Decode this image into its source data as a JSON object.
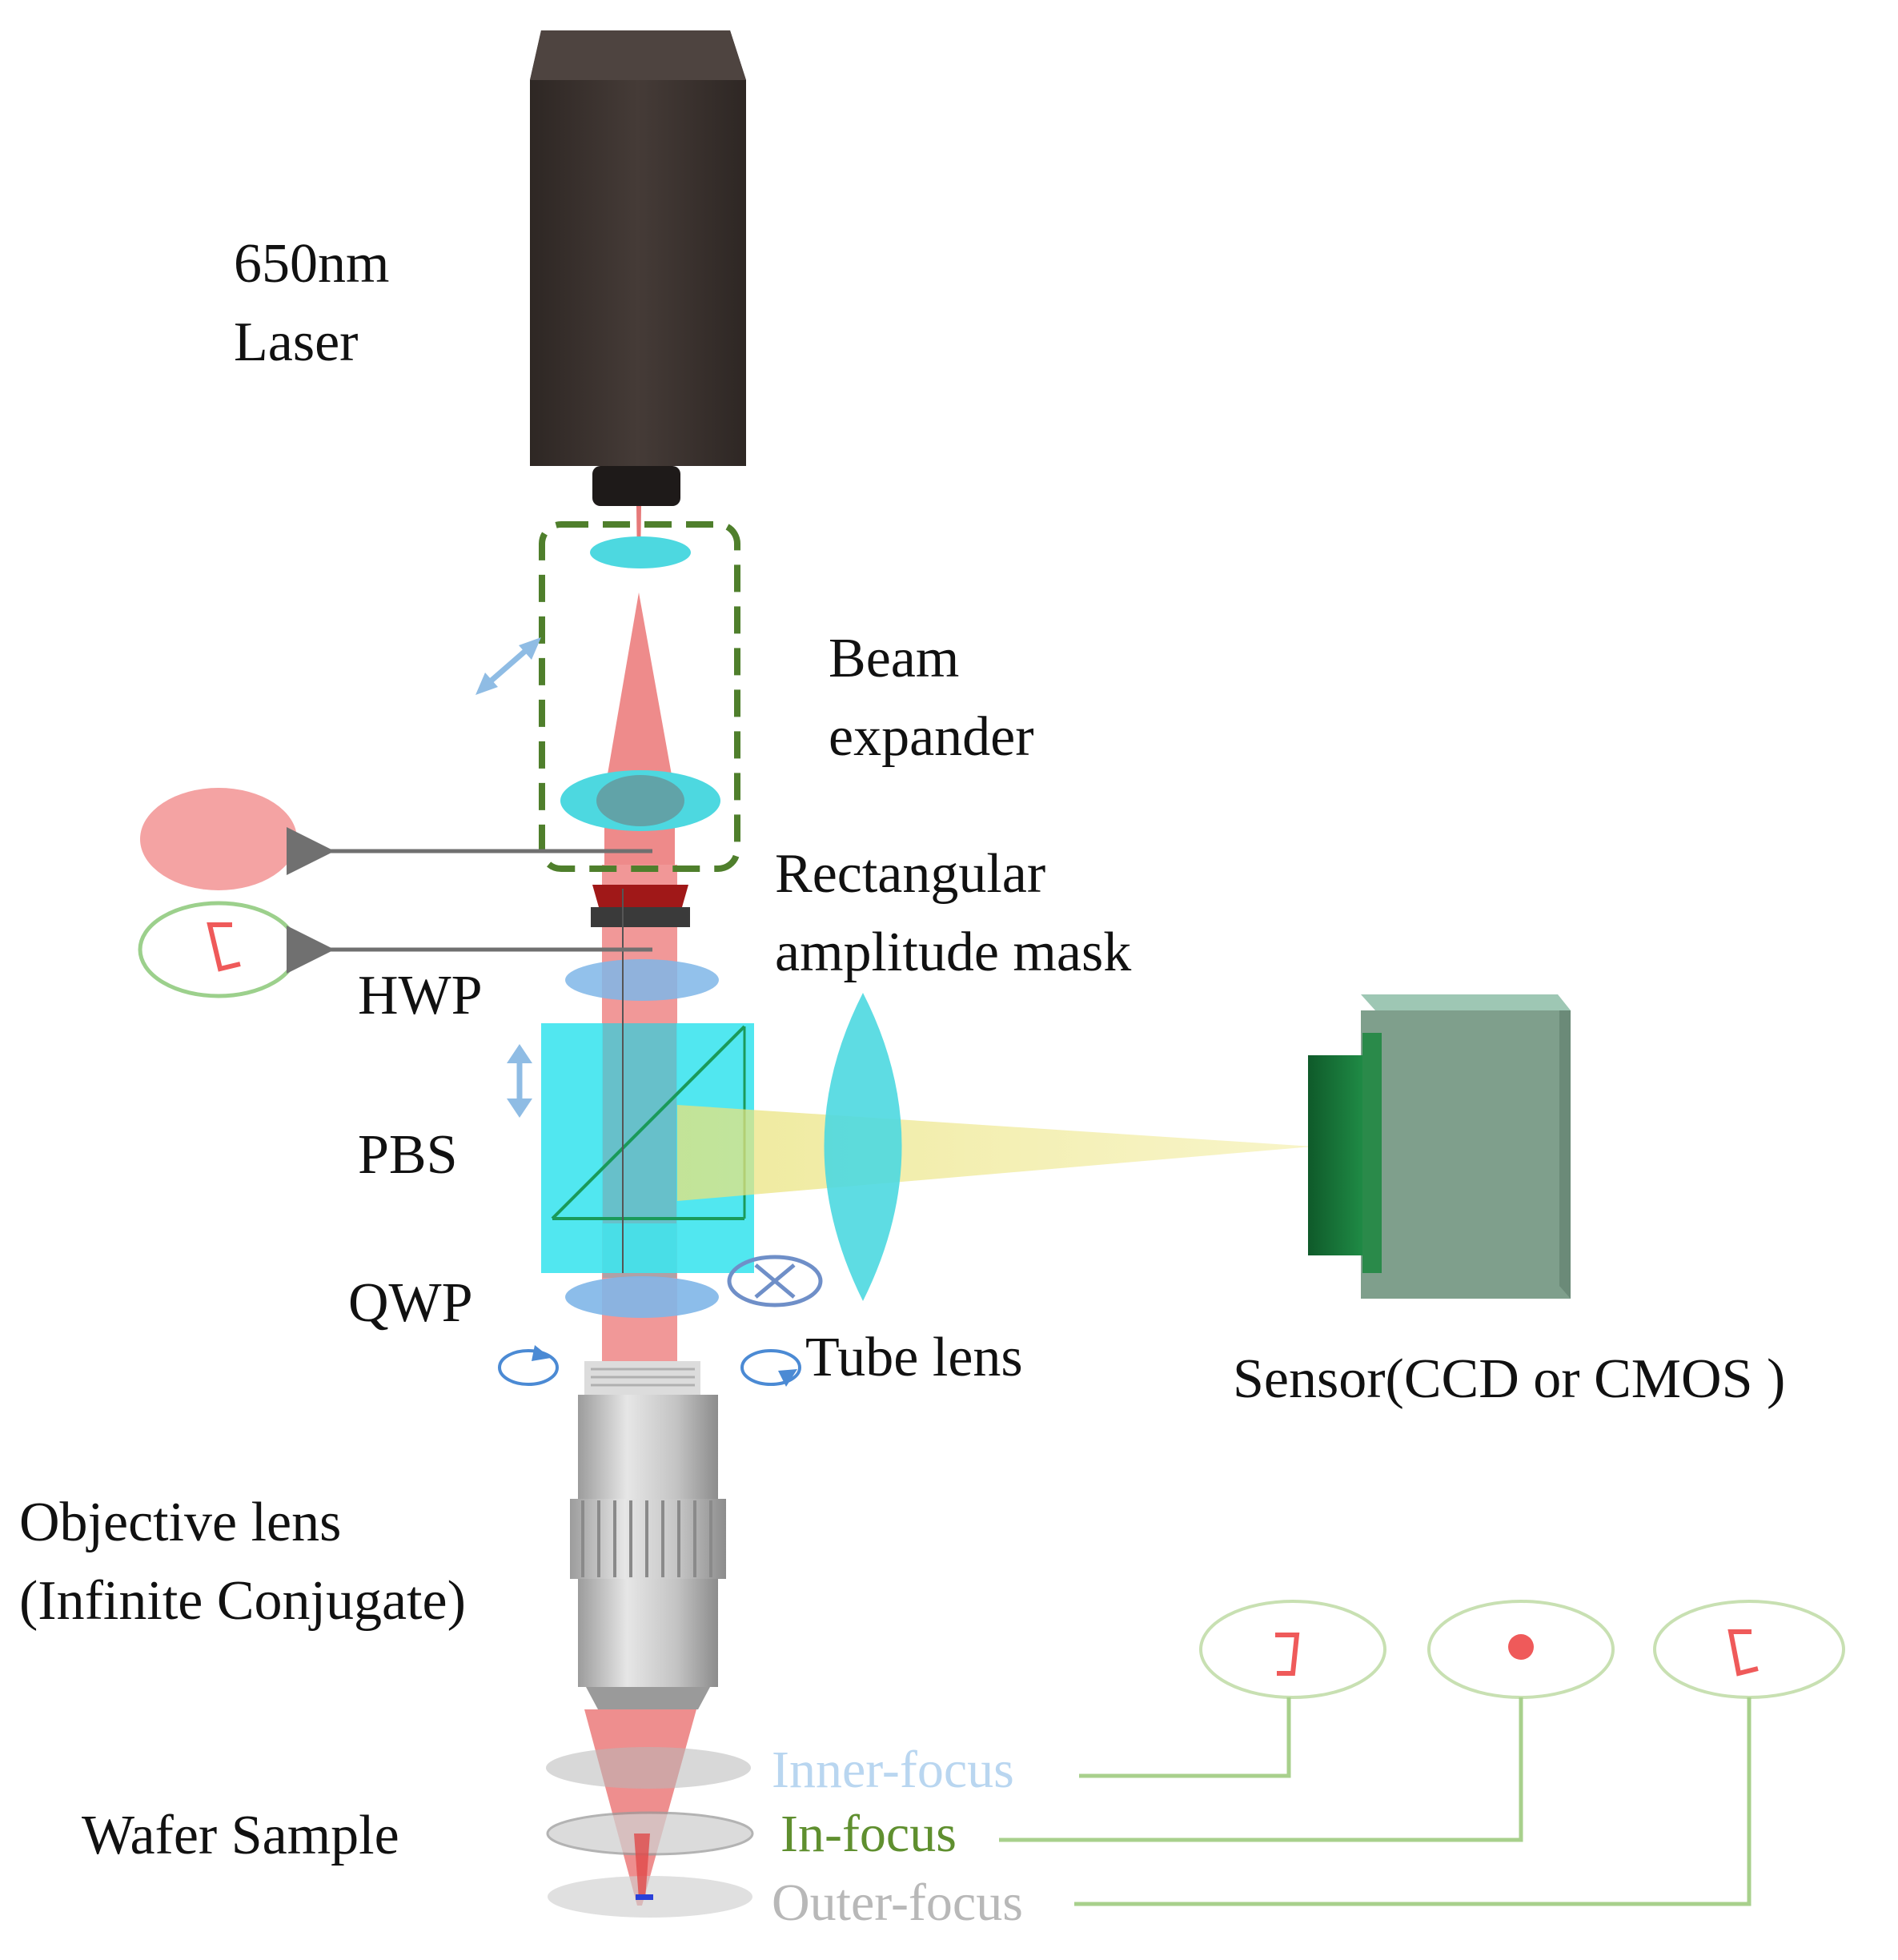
{
  "labels": {
    "laser_line1": "650nm",
    "laser_line2": "Laser",
    "beam_expander_line1": "Beam",
    "beam_expander_line2": "expander",
    "mask_line1": "Rectangular",
    "mask_line2": "amplitude mask",
    "hwp": "HWP",
    "pbs": "PBS",
    "qwp": "QWP",
    "tube_lens": "Tube lens",
    "sensor": "Sensor(CCD or CMOS )",
    "objective_line1": "Objective lens",
    "objective_line2": "(Infinite Conjugate)",
    "wafer_sample": "Wafer Sample",
    "inner_focus": "Inner-focus",
    "in_focus": "In-focus",
    "outer_focus": "Outer-focus"
  },
  "colors": {
    "laser_body": "#3b3330",
    "beam_red": "#e86a6a",
    "lens_cyan": "#4dd8e0",
    "waveplate_blue": "#7fb6e8",
    "pbs_cube": "#3ee4ee",
    "reflected_yellow": "#ece68a",
    "sensor_body": "#7f9f8c",
    "sensor_lens": "#1f7a3d",
    "expander_box": "#4f7f2c",
    "inner_focus_text": "#b9d6f0",
    "in_focus_text": "#5f8f2f",
    "outer_focus_text": "#b8b8b8",
    "spot_outline": "#c8e0b2",
    "pattern_red": "#ef5a5a"
  },
  "icons": [
    "bidirectional-arrow-icon",
    "cross-polarization-icon",
    "circular-polarization-icon"
  ]
}
